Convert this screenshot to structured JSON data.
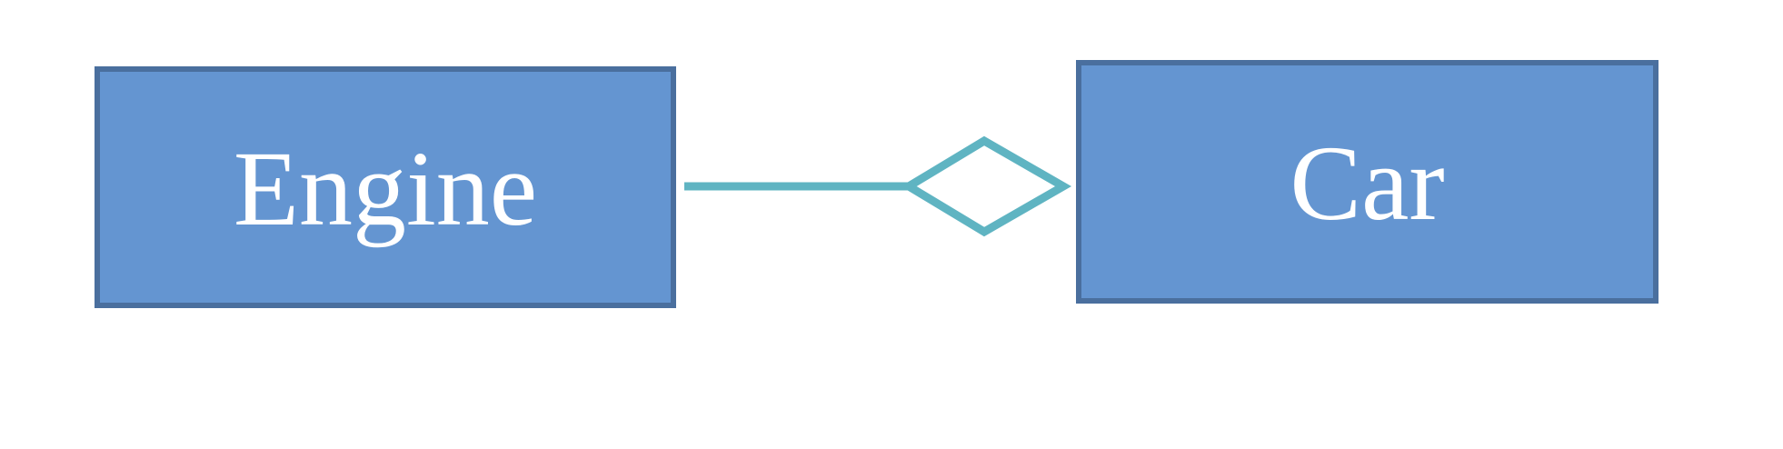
{
  "diagram": {
    "type": "uml-class-aggregation",
    "classes": [
      {
        "id": "engine",
        "label": "Engine"
      },
      {
        "id": "car",
        "label": "Car"
      }
    ],
    "relationships": [
      {
        "type": "aggregation",
        "part": "engine",
        "whole": "car",
        "diamond_end": "car"
      }
    ]
  },
  "colors": {
    "box_fill": "#6495d1",
    "box_border": "#4a6f9e",
    "label_text": "#ffffff",
    "connector": "#5fb4c2",
    "diamond_fill": "#ffffff",
    "background": "#ffffff"
  }
}
